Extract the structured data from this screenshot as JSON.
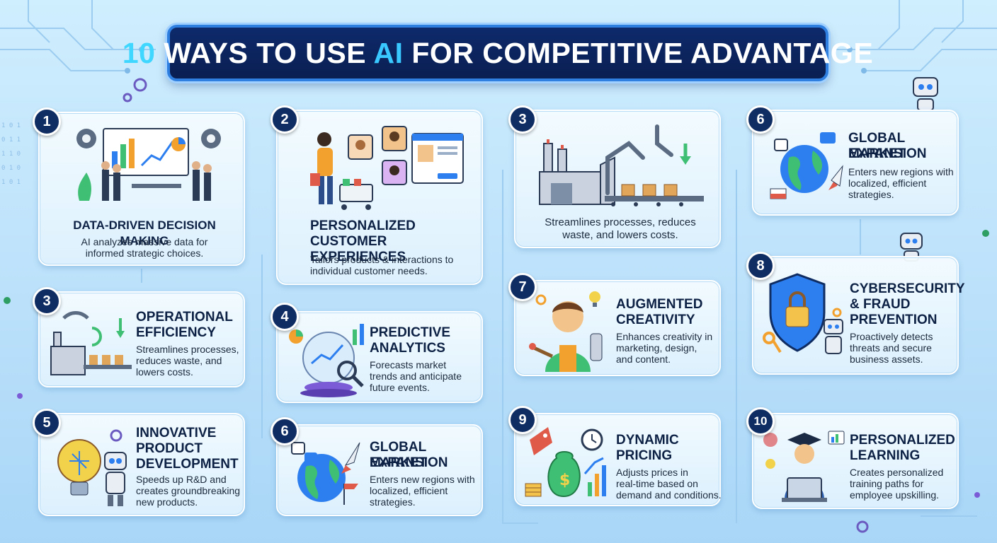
{
  "title": {
    "number": "10",
    "pre": " WAYS TO USE ",
    "ai": "AI",
    "post": " FOR COMPETITIVE ADVANTAGE"
  },
  "colors": {
    "banner_bg": "#0a1f52",
    "accent": "#39c8ff",
    "badge": "#0f2d63",
    "card_border": "#b7dcf5"
  },
  "cards": [
    {
      "badge": "1",
      "title1": "DATA-DRIVEN DECISION MAKING",
      "title2": "",
      "title3": "",
      "d1": "AI analyzes massive data for",
      "d2": "informed strategic choices.",
      "d3": "",
      "icon": "business-team-dashboard-icon"
    },
    {
      "badge": "2",
      "title1": "PERSONALIZED",
      "title2": "CUSTOMER EXPERIENCES",
      "title3": "",
      "d1": "Tailors products & interactions to",
      "d2": "individual customer needs.",
      "d3": "",
      "icon": "shopper-profiles-icon"
    },
    {
      "badge": "3",
      "title1": "",
      "title2": "",
      "title3": "",
      "d1": "Streamlines processes, reduces",
      "d2": "waste, and lowers costs.",
      "d3": "",
      "icon": "factory-robot-arm-icon"
    },
    {
      "badge": "6",
      "title1": "GLOBAL MARKET",
      "title2": "EXPANSION",
      "title3": "",
      "d1": "Enters new regions with",
      "d2": "localized, efficient",
      "d3": "strategies.",
      "icon": "globe-rocket-icon"
    },
    {
      "badge": "3",
      "title1": "OPERATIONAL",
      "title2": "EFFICIENCY",
      "title3": "",
      "d1": "Streamlines processes,",
      "d2": "reduces waste, and",
      "d3": "lowers costs.",
      "icon": "factory-conveyor-icon"
    },
    {
      "badge": "4",
      "title1": "PREDICTIVE",
      "title2": "ANALYTICS",
      "title3": "",
      "d1": "Forecasts market",
      "d2": "trends and anticipate",
      "d3": "future events.",
      "icon": "crystal-ball-icon"
    },
    {
      "badge": "7",
      "title1": "AUGMENTED",
      "title2": "CREATIVITY",
      "title3": "",
      "d1": "Enhances creativity in",
      "d2": "marketing, design,",
      "d3": "and content.",
      "icon": "painter-robot-hand-icon"
    },
    {
      "badge": "8",
      "title1": "CYBERSECURITY",
      "title2": "& FRAUD",
      "title3": "PREVENTION",
      "d1": "Proactively detects",
      "d2": "threats and secure",
      "d3": "business assets.",
      "icon": "shield-lock-icon"
    },
    {
      "badge": "5",
      "title1": "INNOVATIVE",
      "title2": "PRODUCT",
      "title3": "DEVELOPMENT",
      "d1": "Speeds up R&D and",
      "d2": "creates groundbreaking",
      "d3": "new products.",
      "icon": "lightbulb-robot-icon"
    },
    {
      "badge": "6",
      "title1": "GLOBAL MARKET",
      "title2": "EXPANSION",
      "title3": "",
      "d1": "Enters new regions with",
      "d2": "localized, efficient",
      "d3": "strategies.",
      "icon": "globe-rocket-icon"
    },
    {
      "badge": "9",
      "title1": "DYNAMIC",
      "title2": "PRICING",
      "title3": "",
      "d1": "Adjusts prices in",
      "d2": "real-time based on",
      "d3": "demand and conditions.",
      "icon": "money-bag-clock-icon"
    },
    {
      "badge": "10",
      "title1": "PERSONALIZED",
      "title2": "LEARNING",
      "title3": "",
      "d1": "Creates personalized",
      "d2": "training paths for",
      "d3": "employee upskilling.",
      "icon": "graduate-laptop-icon"
    }
  ]
}
